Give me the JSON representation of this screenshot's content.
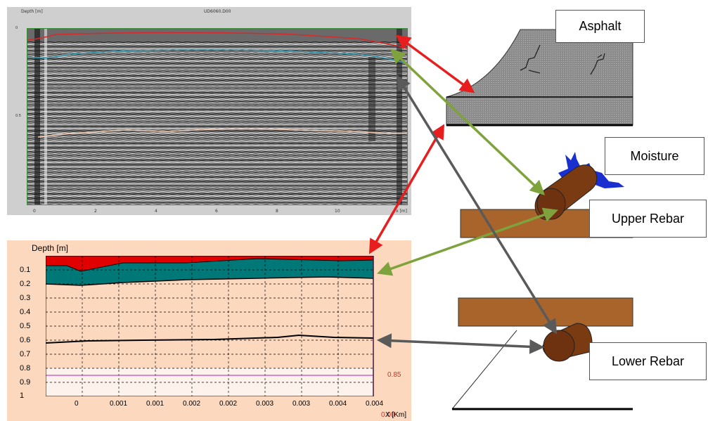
{
  "gpr": {
    "title": "UD6060.D00",
    "ylabel": "Depth [m]",
    "yticks": [
      "0",
      "0.5"
    ],
    "xticks": [
      "0",
      "2",
      "4",
      "6",
      "8",
      "10"
    ],
    "xunit": "x [m]"
  },
  "layer_plot": {
    "ylabel": "Depth [m]",
    "yticks": [
      "0.1",
      "0.2",
      "0.3",
      "0.4",
      "0.5",
      "0.6",
      "0.7",
      "0.8",
      "0.9",
      "1"
    ],
    "xticks": [
      "0",
      "0.001",
      "0.001",
      "0.002",
      "0.002",
      "0.003",
      "0.003",
      "0.004",
      "0.004"
    ],
    "xunit": "X [Km]",
    "x_zero": "0.00",
    "marker_value": "0.85",
    "colors": {
      "surface_layer": "#e00000",
      "moisture_layer": "#007878",
      "background": "#fcd8bf"
    }
  },
  "labels": {
    "asphalt": "Asphalt",
    "moisture": "Moisture",
    "upper_rebar": "Upper Rebar",
    "lower_rebar": "Lower Rebar"
  },
  "arrow_colors": {
    "asphalt": "#e81e1e",
    "moisture": "#7fa33c",
    "lower_rebar": "#5a5a5a"
  }
}
